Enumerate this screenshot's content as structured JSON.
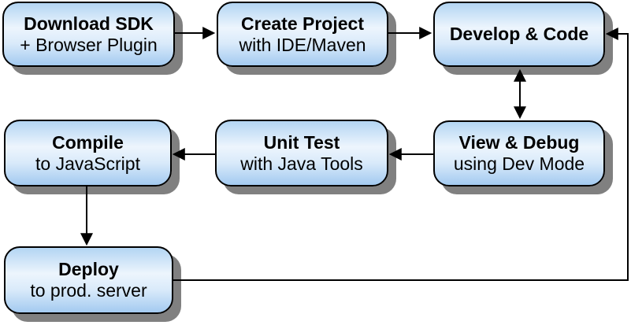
{
  "colors": {
    "background": "#ffffff",
    "node_border": "#000000",
    "node_shadow": "#808080",
    "node_gradient_top": "#b3d5f3",
    "node_gradient_light": "#edf5fd",
    "node_gradient_mid": "#d9eafa",
    "node_gradient_bottom": "#a3caf0",
    "connector": "#000000"
  },
  "diagram": {
    "nodes": {
      "download_sdk": {
        "title": "Download SDK",
        "subtitle": "+ Browser Plugin"
      },
      "create_project": {
        "title": "Create Project",
        "subtitle": "with IDE/Maven"
      },
      "develop_code": {
        "title": "Develop & Code",
        "subtitle": ""
      },
      "compile": {
        "title": "Compile",
        "subtitle": "to JavaScript"
      },
      "unit_test": {
        "title": "Unit Test",
        "subtitle": "with Java Tools"
      },
      "view_debug": {
        "title": "View & Debug",
        "subtitle": "using Dev Mode"
      },
      "deploy": {
        "title": "Deploy",
        "subtitle": "to prod. server"
      }
    }
  }
}
